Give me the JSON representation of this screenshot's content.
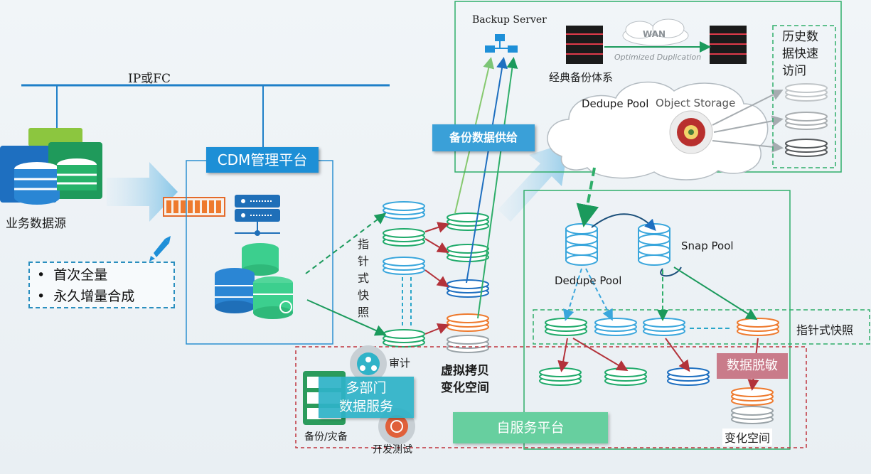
{
  "bus_label": "IP或FC",
  "source_label": "业务数据源",
  "cdm_title": "CDM管理平台",
  "bullets": [
    "首次全量",
    "永久增量合成"
  ],
  "pointer_snapshot_vertical": [
    "指",
    "针",
    "式",
    "快",
    "照"
  ],
  "supply_label": "备份数据供给",
  "backup_server_label": "Backup Server",
  "wan_label": "WAN",
  "optimized_label": "Optimized Duplication",
  "classic_backup_label": "经典备份体系",
  "history_access_label": [
    "历史数",
    "据快速",
    "访问"
  ],
  "dedupe_pool_top": "Dedupe Pool",
  "object_storage": "Object Storage",
  "dedupe_pool_mid": "Dedupe Pool",
  "snap_pool": "Snap Pool",
  "pointer_snapshot_right": "指针式快照",
  "virtual_copy_label": [
    "虚拟拷贝",
    "变化空间"
  ],
  "audit_label": "审计",
  "multi_dept_label": [
    "多部门",
    "数据服务"
  ],
  "backup_dr_label": "备份/灾备",
  "dev_test_label": "开发测试",
  "self_service_label": "自服务平台",
  "data_mask_label": "数据脱敏",
  "change_space_label": "变化空间",
  "colors": {
    "blue": "#1e8fd8",
    "green": "#1faa6a",
    "teal": "#2fb3c8",
    "red": "#b3323a",
    "orange": "#ee7a2e",
    "gray": "#9aa3a8"
  }
}
